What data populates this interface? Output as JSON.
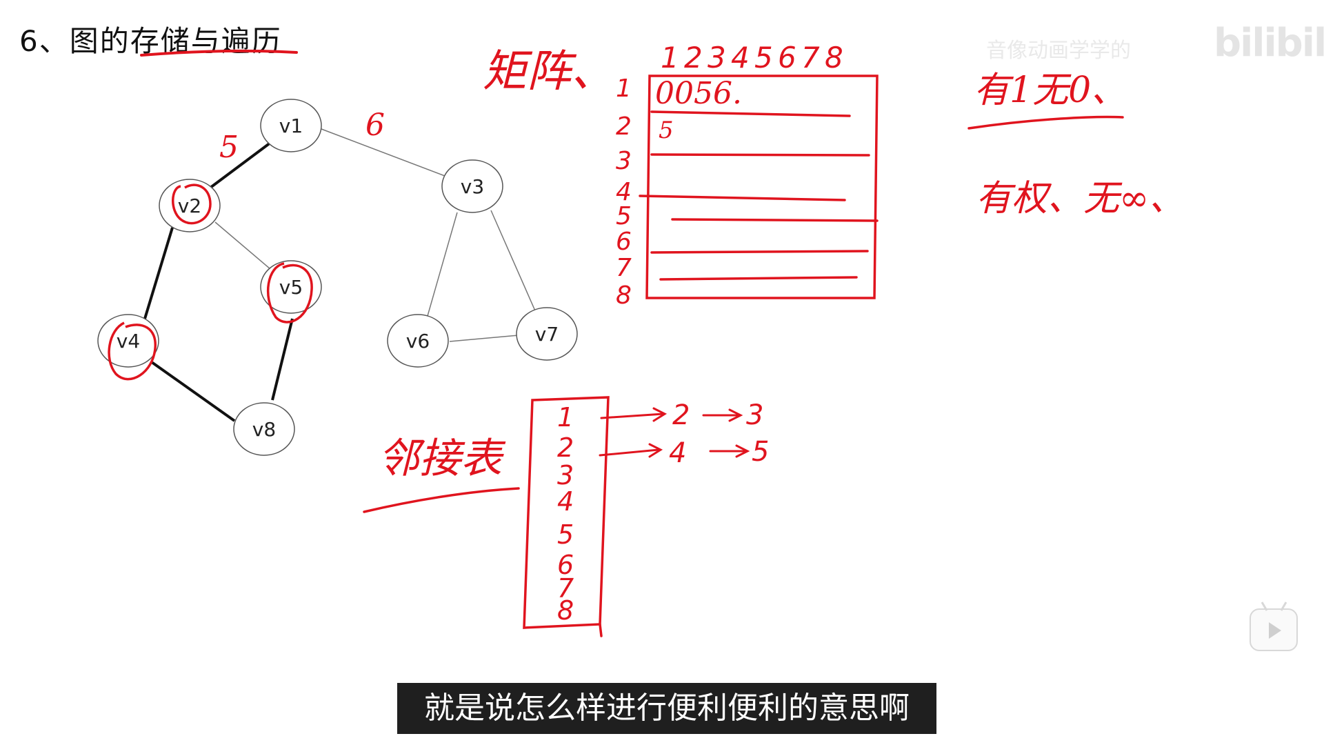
{
  "heading": "6、图的存储与遍历",
  "watermark": "音像动画学学的",
  "brand": "bilibili",
  "subtitle": "就是说怎么样进行便利便利的意思啊",
  "graph": {
    "nodes": [
      {
        "id": "v1",
        "label": "v1"
      },
      {
        "id": "v2",
        "label": "v2"
      },
      {
        "id": "v3",
        "label": "v3"
      },
      {
        "id": "v4",
        "label": "v4"
      },
      {
        "id": "v5",
        "label": "v5"
      },
      {
        "id": "v6",
        "label": "v6"
      },
      {
        "id": "v7",
        "label": "v7"
      },
      {
        "id": "v8",
        "label": "v8"
      }
    ],
    "edge_weights": {
      "v1_v2": "5",
      "v1_v3": "6"
    }
  },
  "annotations": {
    "matrix_title": "矩阵、",
    "adjacency_list_title": "邻接表",
    "matrix_rule_unweighted": "有1无0、",
    "matrix_rule_weighted": "有权、无∞、",
    "matrix_columns": [
      "1",
      "2",
      "3",
      "4",
      "5",
      "6",
      "7",
      "8"
    ],
    "matrix_rows": [
      "1",
      "2",
      "3",
      "4",
      "5",
      "6",
      "7",
      "8"
    ],
    "matrix_row1_values": "0056.",
    "matrix_row2_values": "5",
    "list_rows": [
      "1",
      "2",
      "3",
      "4",
      "5",
      "6",
      "7",
      "8"
    ],
    "list_row1_chain": [
      "2",
      "3"
    ],
    "list_row2_chain": [
      "4",
      "5"
    ]
  },
  "colors": {
    "ink_red": "#e0141e",
    "node_stroke": "#555555",
    "subtitle_bg": "#1f1f1f"
  },
  "icons": {
    "play": "play-icon"
  }
}
